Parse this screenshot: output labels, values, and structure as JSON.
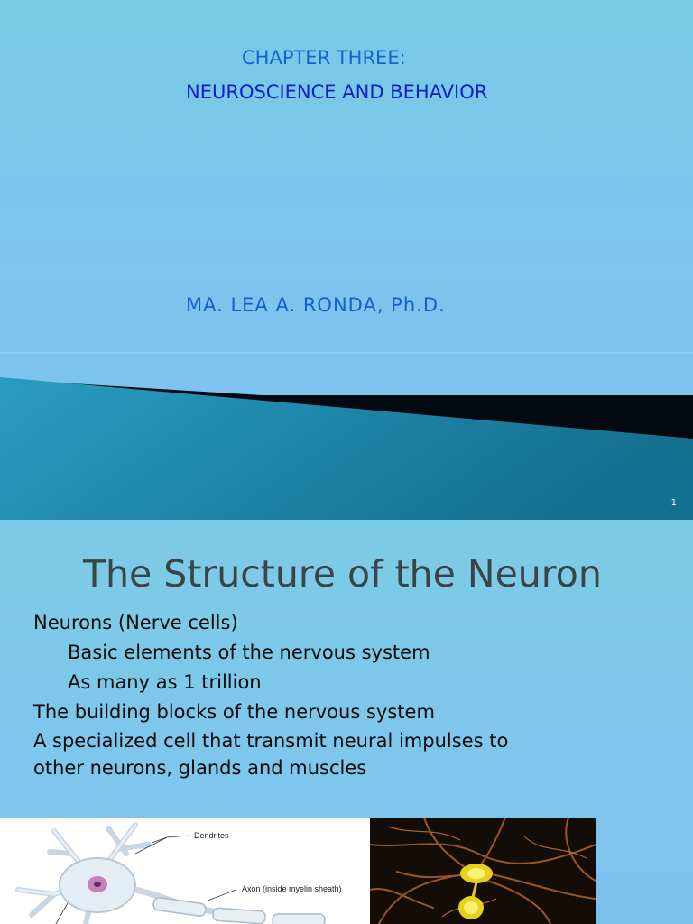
{
  "slide1": {
    "title_line1": "CHAPTER THREE:",
    "title_line2": "NEUROSCIENCE AND BEHAVIOR",
    "author": "MA. LEA A. RONDA, Ph.D.",
    "slide_number": "1",
    "colors": {
      "title_line1": "#1462d8",
      "title_line2": "#1020c8",
      "author": "#1660c8",
      "band_dark": "#040a10",
      "band_teal": "#1e86aa"
    }
  },
  "slide2": {
    "heading": "The Structure of the Neuron",
    "bullets": [
      {
        "text": "Neurons (Nerve cells)",
        "level": 0
      },
      {
        "text": "Basic elements of the nervous system",
        "level": 1
      },
      {
        "text": "As many as 1 trillion",
        "level": 1
      },
      {
        "text": "The building blocks of the nervous system",
        "level": 0
      },
      {
        "text": "A specialized cell that transmit neural impulses to",
        "level": 0
      },
      {
        "text": "other neurons, glands and muscles",
        "level": 0
      }
    ],
    "figure_labels": {
      "dendrites": "Dendrites",
      "axon": "Axon (inside myelin sheath)"
    },
    "figure_icons": [
      "neuron-diagram-icon",
      "neuron-micrograph-icon"
    ]
  }
}
